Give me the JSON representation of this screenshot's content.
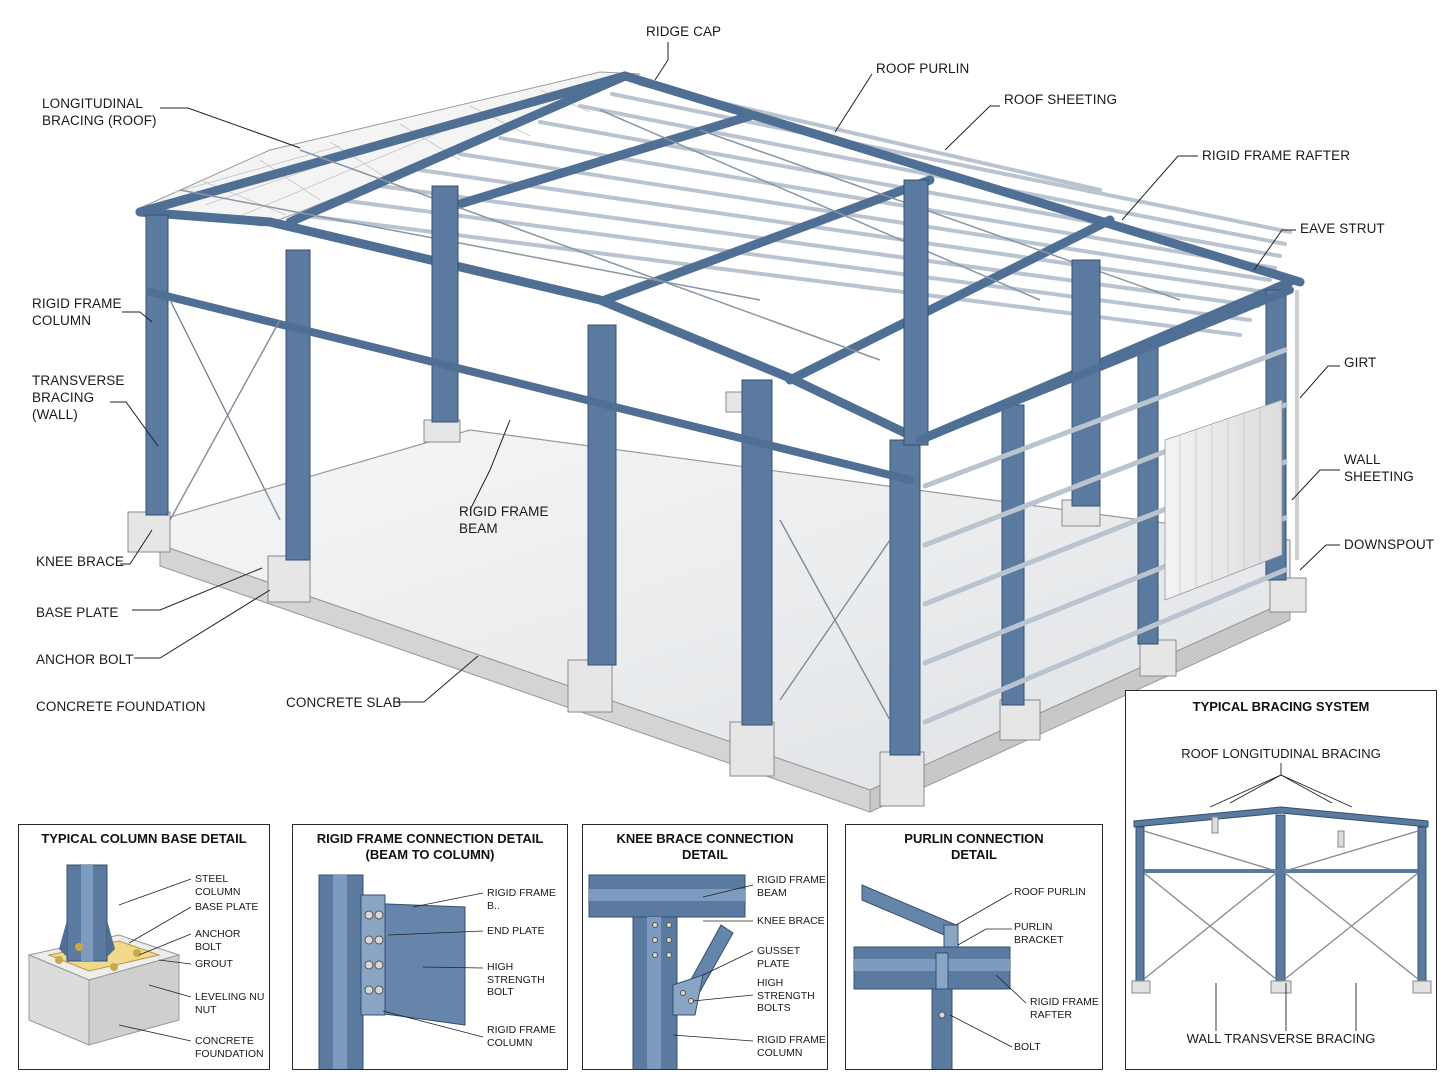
{
  "labels": {
    "ridge_cap": "RIDGE CAP",
    "roof_purlin": "ROOF PURLIN",
    "roof_sheeting": "ROOF SHEETING",
    "rigid_frame_rafter": "RIGID FRAME RAFTER",
    "eave_strut": "EAVE STRUT",
    "girt": "GIRT",
    "wall_sheeting": "WALL\nSHEETING",
    "downspout": "DOWNSPOUT",
    "longitudinal_bracing_roof": "LONGITUDINAL\nBRACING (ROOF)",
    "rigid_frame_column": "RIGID FRAME\nCOLUMN",
    "transverse_bracing_wall": "TRANSVERSE\nBRACING\n(WALL)",
    "knee_brace": "KNEE BRACE",
    "base_plate": "BASE PLATE",
    "anchor_bolt": "ANCHOR BOLT",
    "concrete_foundation": "CONCRETE FOUNDATION",
    "concrete_slab": "CONCRETE SLAB",
    "rigid_frame_beam": "RIGID FRAME\nBEAM"
  },
  "panels": {
    "column_base": {
      "title": "TYPICAL COLUMN BASE DETAIL",
      "labels": [
        "STEEL COLUMN",
        "BASE PLATE",
        "ANCHOR BOLT",
        "GROUT",
        "LEVELING NU\nNUT",
        "CONCRETE\nFOUNDATION"
      ]
    },
    "frame_connection": {
      "title": "RIGID FRAME CONNECTION DETAIL\n(BEAM TO COLUMN)",
      "labels": [
        "RIGID FRAME B..",
        "END PLATE",
        "HIGH STRENGTH\nBOLT",
        "RIGID FRAME\nCOLUMN"
      ]
    },
    "knee_connection": {
      "title": "KNEE BRACE CONNECTION\nDETAIL",
      "labels": [
        "RIGID FRAME\nBEAM",
        "KNEE BRACE",
        "GUSSET PLATE",
        "HIGH\nSTRENGTH\nBOLTS",
        "RIGID FRAME\nCOLUMN"
      ]
    },
    "purlin_connection": {
      "title": "PURLIN CONNECTION\nDETAIL",
      "labels": [
        "ROOF PURLIN",
        "PURLIN BRACKET",
        "RIGID FRAME\nRAFTER",
        "BOLT"
      ]
    },
    "bracing_system": {
      "title": "TYPICAL BRACING SYSTEM",
      "roof_label": "ROOF LONGITUDINAL BRACING",
      "wall_label": "WALL TRANSVERSE BRACING"
    }
  },
  "colors": {
    "steel": "#5a7aa0",
    "steel_dark": "#3e5a7e",
    "steel_light": "#7d9bbf",
    "concrete": "#e2e2e2",
    "slab": "#efefef",
    "line": "#222222"
  }
}
